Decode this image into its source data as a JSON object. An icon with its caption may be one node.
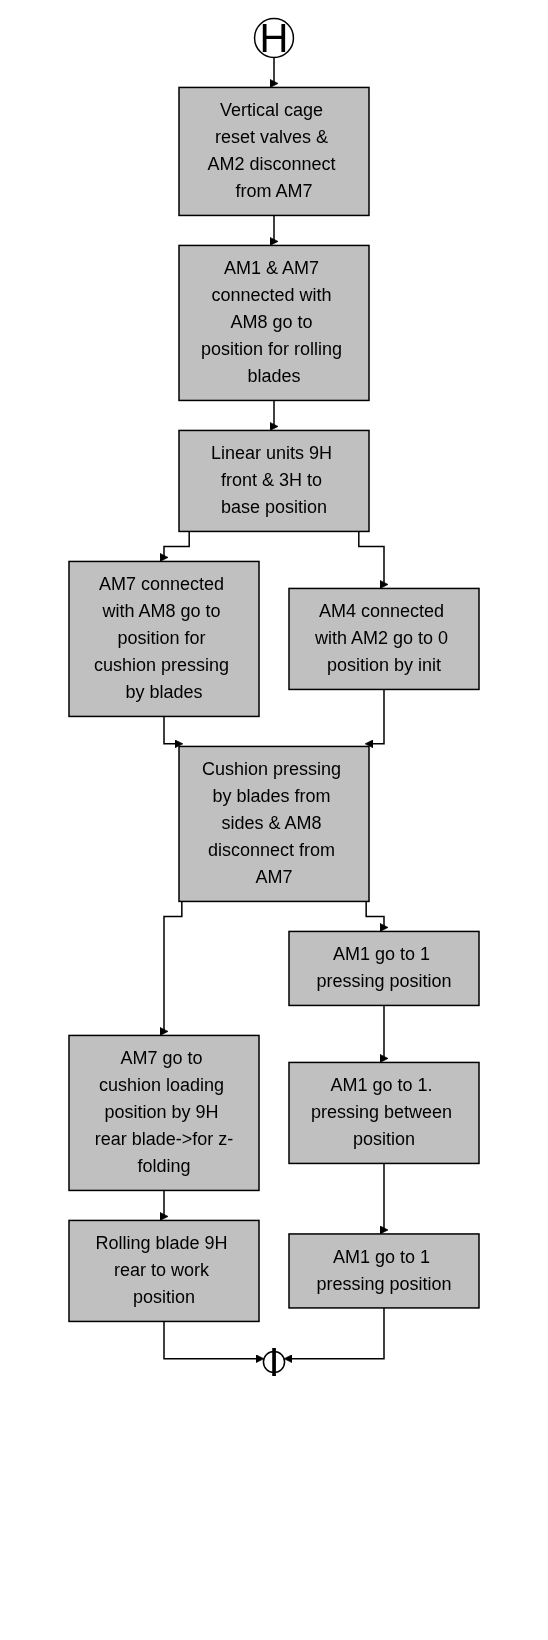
{
  "diagram": {
    "nodes": [
      {
        "text": [
          "H"
        ]
      },
      {
        "text": [
          "Vertical cage reset valves & AM2 disconnect from AM7"
        ]
      },
      {
        "text": [
          "AM1 & AM7 connected with AM8 go to position for rolling blades"
        ]
      },
      {
        "text": [
          "Linear units 9H front & 3H to base position"
        ]
      },
      {
        "text": [
          "AM7 connected with AM8 go to position for cushion pressing by blades"
        ]
      },
      {
        "text": [
          "AM4 connected with AM2 go to 0 position by init"
        ]
      },
      {
        "text": [
          "Cushion pressing by blades from sides & AM8 disconnect from AM7"
        ]
      },
      {
        "text": [
          "AM7 go to cushion loading position by 9H rear blade->for z-folding"
        ]
      },
      {
        "text": [
          "AM1 go to 1 pressing position"
        ]
      },
      {
        "text": [
          "AM1 go to 1. pressing between position"
        ]
      },
      {
        "text": [
          "Rolling blade 9H rear to work position"
        ]
      },
      {
        "text": [
          "AM1 go to 1 pressing position"
        ]
      },
      {
        "text": [
          "I"
        ]
      }
    ],
    "edges": [
      {
        "from": 0,
        "to": 1,
        "arrow": "to"
      },
      {
        "from": 1,
        "to": 2,
        "arrow": "to"
      },
      {
        "from": 2,
        "to": 3,
        "arrow": "to"
      },
      {
        "from": 3,
        "to": 4,
        "arrow": "to"
      },
      {
        "from": 3,
        "to": 5,
        "arrow": "to"
      },
      {
        "from": 4,
        "to": 6,
        "arrow": "to"
      },
      {
        "from": 5,
        "to": 6,
        "arrow": "to"
      },
      {
        "from": 6,
        "to": 7,
        "arrow": "to"
      },
      {
        "from": 6,
        "to": 8,
        "arrow": "to"
      },
      {
        "from": 7,
        "to": 10,
        "arrow": "to"
      },
      {
        "from": 8,
        "to": 9,
        "arrow": "to"
      },
      {
        "from": 9,
        "to": 11,
        "arrow": "to"
      },
      {
        "from": 10,
        "to": 12,
        "arrow": "to"
      },
      {
        "from": 11,
        "to": 12,
        "arrow": "to"
      }
    ]
  }
}
